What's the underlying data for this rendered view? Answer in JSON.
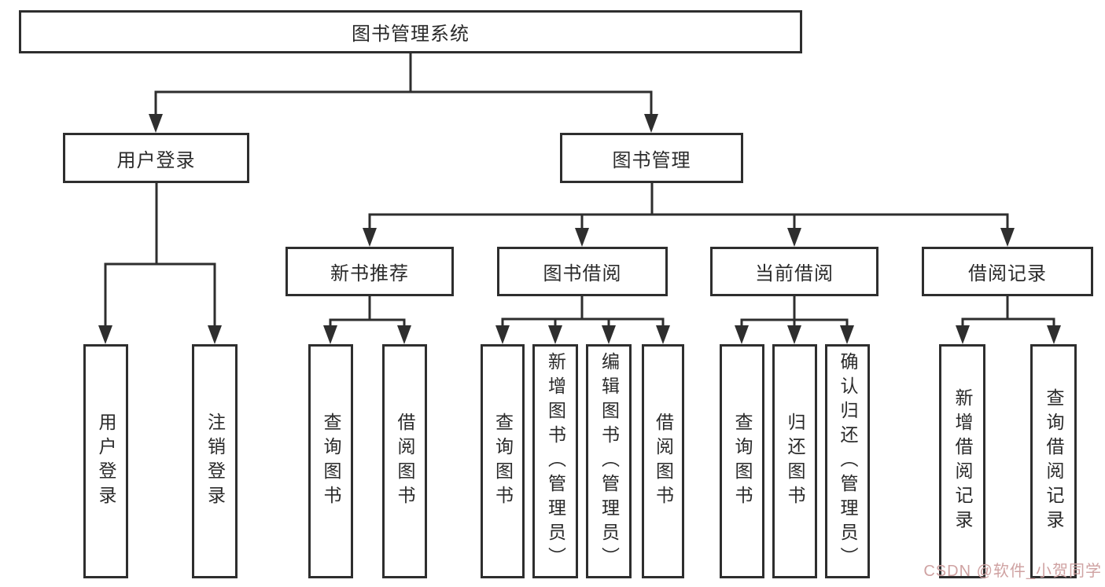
{
  "tree": {
    "label": "图书管理系统",
    "children": [
      {
        "label": "用户登录",
        "children": [
          {
            "label": "用户登录"
          },
          {
            "label": "注销登录"
          }
        ]
      },
      {
        "label": "图书管理",
        "children": [
          {
            "label": "新书推荐",
            "children": [
              {
                "label": "查询图书"
              },
              {
                "label": "借阅图书"
              }
            ]
          },
          {
            "label": "图书借阅",
            "children": [
              {
                "label": "查询图书"
              },
              {
                "label": "新增图书（管理员）"
              },
              {
                "label": "编辑图书（管理员）"
              },
              {
                "label": "借阅图书"
              }
            ]
          },
          {
            "label": "当前借阅",
            "children": [
              {
                "label": "查询图书"
              },
              {
                "label": "归还图书"
              },
              {
                "label": "确认归还（管理员）"
              }
            ]
          },
          {
            "label": "借阅记录",
            "children": [
              {
                "label": "新增借阅记录"
              },
              {
                "label": "查询借阅记录"
              }
            ]
          }
        ]
      }
    ]
  },
  "watermark": {
    "text": "CSDN @软件_小贺同学"
  },
  "colors": {
    "line": "#2e2e2e",
    "box_border": "#2e2e2e",
    "text": "#2a2a2a",
    "background": "#ffffff",
    "watermark": "#cfa2a2"
  }
}
